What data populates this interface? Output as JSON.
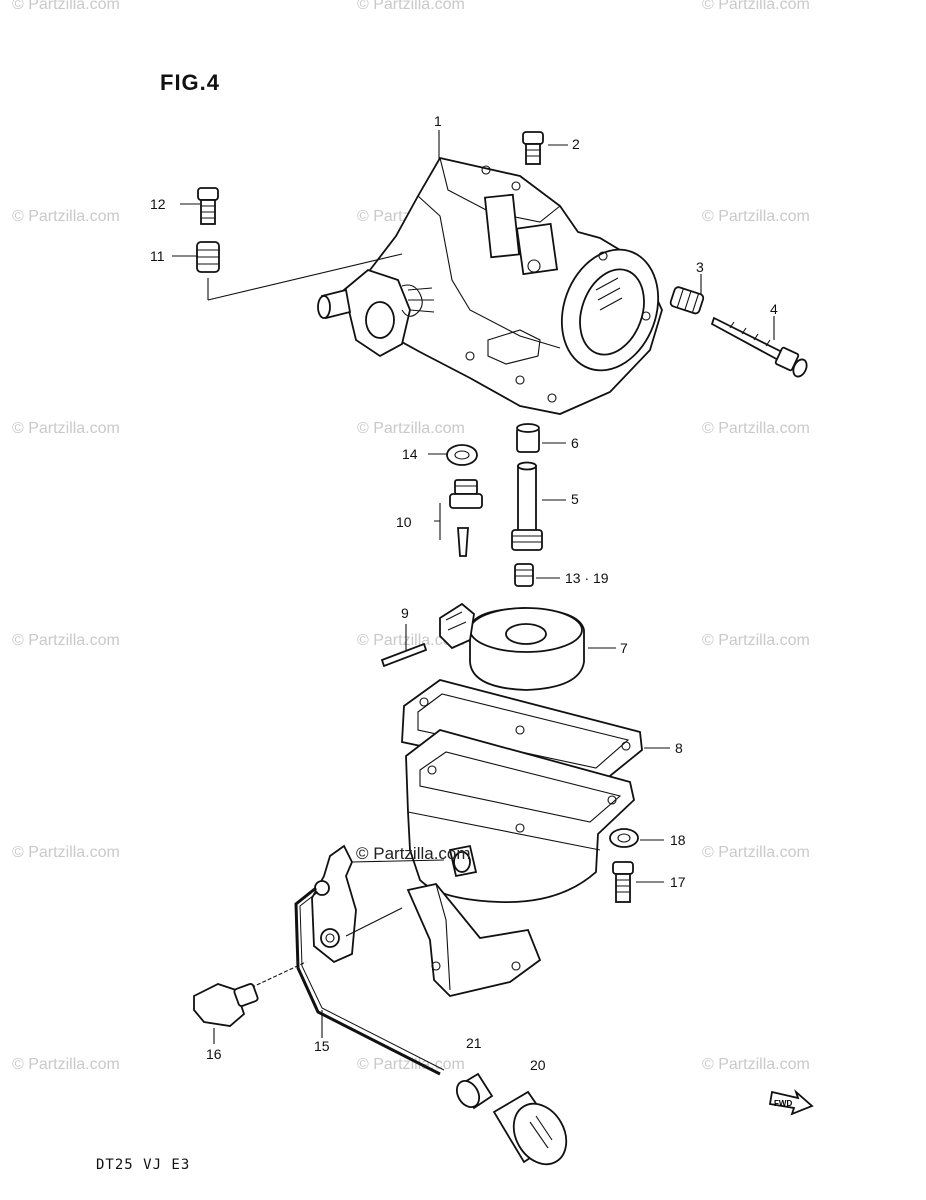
{
  "figure_title": "FIG.4",
  "footer_code": "DT25 VJ E3",
  "watermark": "© Partzilla.com",
  "parts": [
    {
      "ref": "1"
    },
    {
      "ref": "2"
    },
    {
      "ref": "3"
    },
    {
      "ref": "4"
    },
    {
      "ref": "5"
    },
    {
      "ref": "6"
    },
    {
      "ref": "7"
    },
    {
      "ref": "8"
    },
    {
      "ref": "9"
    },
    {
      "ref": "10"
    },
    {
      "ref": "11"
    },
    {
      "ref": "12"
    },
    {
      "ref": "13 · 19"
    },
    {
      "ref": "14"
    },
    {
      "ref": "15"
    },
    {
      "ref": "16"
    },
    {
      "ref": "17"
    },
    {
      "ref": "18"
    },
    {
      "ref": "20"
    },
    {
      "ref": "21"
    }
  ],
  "fwd_badge": "FWD"
}
